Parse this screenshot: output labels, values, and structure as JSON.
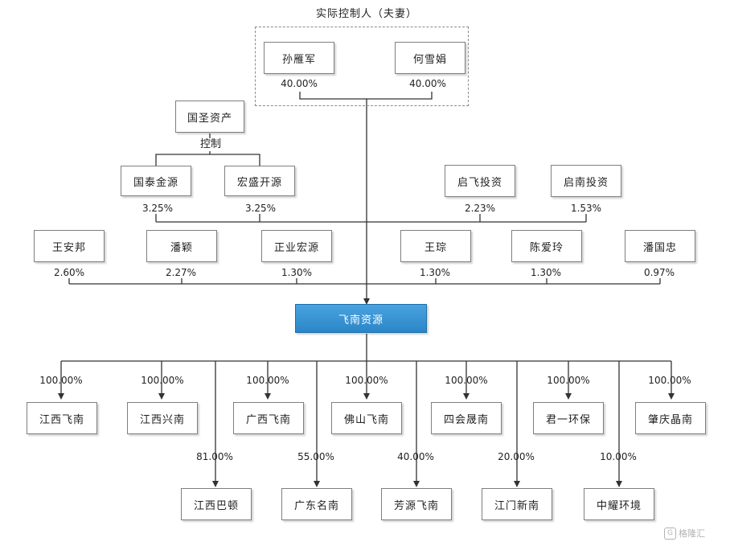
{
  "controllers": {
    "title": "实际控制人（夫妻）",
    "sun": {
      "name": "孙雁军",
      "pct": "40.00%"
    },
    "he": {
      "name": "何雪娟",
      "pct": "40.00%"
    }
  },
  "guosheng": {
    "name": "国圣资产",
    "relation": "控制"
  },
  "row2": {
    "guotai": {
      "name": "国泰金源",
      "pct": "3.25%"
    },
    "hongsheng": {
      "name": "宏盛开源",
      "pct": "3.25%"
    },
    "qifei": {
      "name": "启飞投资",
      "pct": "2.23%"
    },
    "qinan": {
      "name": "启南投资",
      "pct": "1.53%"
    }
  },
  "row3": {
    "wanganbang": {
      "name": "王安邦",
      "pct": "2.60%"
    },
    "panying": {
      "name": "潘颖",
      "pct": "2.27%"
    },
    "zhengye": {
      "name": "正业宏源",
      "pct": "1.30%"
    },
    "wangcong": {
      "name": "王琮",
      "pct": "1.30%"
    },
    "chenailing": {
      "name": "陈爱玲",
      "pct": "1.30%"
    },
    "panguozhong": {
      "name": "潘国忠",
      "pct": "0.97%"
    }
  },
  "center": {
    "name": "飞南资源"
  },
  "subs_top": [
    {
      "name": "江西飞南",
      "pct": "100.00%"
    },
    {
      "name": "江西兴南",
      "pct": "100.00%"
    },
    {
      "name": "广西飞南",
      "pct": "100.00%"
    },
    {
      "name": "佛山飞南",
      "pct": "100.00%"
    },
    {
      "name": "四会晟南",
      "pct": "100.00%"
    },
    {
      "name": "君一环保",
      "pct": "100.00%"
    },
    {
      "name": "肇庆晶南",
      "pct": "100.00%"
    }
  ],
  "subs_bottom": [
    {
      "name": "江西巴顿",
      "pct": "81.00%"
    },
    {
      "name": "广东名南",
      "pct": "55.00%"
    },
    {
      "name": "芳源飞南",
      "pct": "40.00%"
    },
    {
      "name": "江门新南",
      "pct": "20.00%"
    },
    {
      "name": "中耀环境",
      "pct": "10.00%"
    }
  ],
  "watermark": "格隆汇",
  "colors": {
    "line": "#333333",
    "center_fill": "#3d97d6",
    "box_border": "#7f7f7f"
  }
}
